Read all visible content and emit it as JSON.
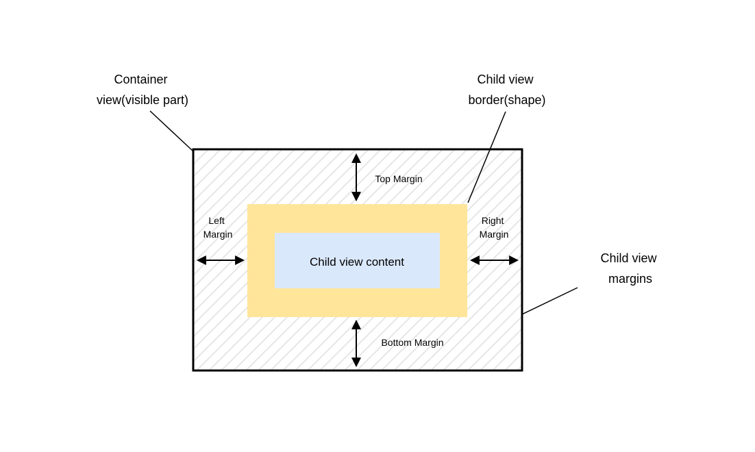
{
  "diagram": {
    "labels": {
      "container_view": {
        "line1": "Container",
        "line2": "view(visible part)"
      },
      "child_border": {
        "line1": "Child view",
        "line2": "border(shape)"
      },
      "child_margins": {
        "line1": "Child view",
        "line2": "margins"
      },
      "top_margin": "Top Margin",
      "bottom_margin": "Bottom Margin",
      "left_margin": {
        "line1": "Left",
        "line2": "Margin"
      },
      "right_margin": {
        "line1": "Right",
        "line2": "Margin"
      },
      "child_content": "Child view content"
    },
    "colors": {
      "child_border_fill": "#FFE599",
      "child_content_fill": "#DAE8FC",
      "stroke": "#000000",
      "hatch_line": "#E6E6E6",
      "background": "#FFFFFF"
    }
  }
}
